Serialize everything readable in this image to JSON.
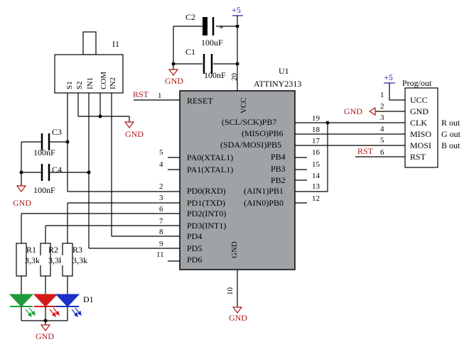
{
  "chip": {
    "ref": "U1",
    "name": "ATTINY2313",
    "left_pins": [
      {
        "num": "1",
        "label": "RESET"
      },
      {
        "num": "5",
        "label": "PA0(XTAL1)"
      },
      {
        "num": "4",
        "label": "PA1(XTAL1)"
      },
      {
        "num": "2",
        "label": "PD0(RXD)"
      },
      {
        "num": "3",
        "label": "PD1(TXD)"
      },
      {
        "num": "6",
        "label": "PD2(INT0)"
      },
      {
        "num": "7",
        "label": "PD3(INT1)"
      },
      {
        "num": "8",
        "label": "PD4"
      },
      {
        "num": "9",
        "label": "PD5"
      },
      {
        "num": "11",
        "label": "PD6"
      }
    ],
    "right_pins": [
      {
        "num": "19",
        "label": "(SCL/SCK)PB7"
      },
      {
        "num": "18",
        "label": "(MISO)PB6"
      },
      {
        "num": "17",
        "label": "(SDA/MOSI)PB5"
      },
      {
        "num": "16",
        "label": "PB4"
      },
      {
        "num": "15",
        "label": "PB3"
      },
      {
        "num": "14",
        "label": "PB2"
      },
      {
        "num": "13",
        "label": "(AIN1)PB1"
      },
      {
        "num": "12",
        "label": "(AIN0)PB0"
      }
    ],
    "vcc_label": "VCC",
    "vcc_pin": "20",
    "gnd_label": "GND",
    "gnd_pin": "10"
  },
  "sensor": {
    "ref": "I1",
    "pins": [
      "S1",
      "S2",
      "IN1",
      "COM",
      "IN2"
    ]
  },
  "capacitors": [
    {
      "ref": "C2",
      "value": "100uF",
      "polar": "+"
    },
    {
      "ref": "C1",
      "value": "100nF"
    },
    {
      "ref": "C3",
      "value": "100nF"
    },
    {
      "ref": "C4",
      "value": "100nF"
    }
  ],
  "resistors": [
    {
      "ref": "R1",
      "value": "3,3k"
    },
    {
      "ref": "R2",
      "value": "3,3k"
    },
    {
      "ref": "R3",
      "value": "3,3k"
    }
  ],
  "led": {
    "ref": "D1"
  },
  "connector": {
    "title": "Prog/out",
    "pins": [
      {
        "num": "1",
        "label": "UCC",
        "note": ""
      },
      {
        "num": "2",
        "label": "GND",
        "note": ""
      },
      {
        "num": "3",
        "label": "CLK",
        "note": "R out"
      },
      {
        "num": "4",
        "label": "MISO",
        "note": "G out"
      },
      {
        "num": "5",
        "label": "MOSI",
        "note": "B out"
      },
      {
        "num": "6",
        "label": "RST",
        "note": ""
      }
    ]
  },
  "nets": {
    "supply": "+5",
    "ground": "GND",
    "reset": "RST"
  },
  "colors": {
    "chip_fill": "#9fa3a6",
    "net_label": "#b01818",
    "led_green": "#1d9b3c",
    "led_red": "#d21a1a",
    "led_blue": "#1a2fc8",
    "supply_marker": "#1a1aa8"
  }
}
